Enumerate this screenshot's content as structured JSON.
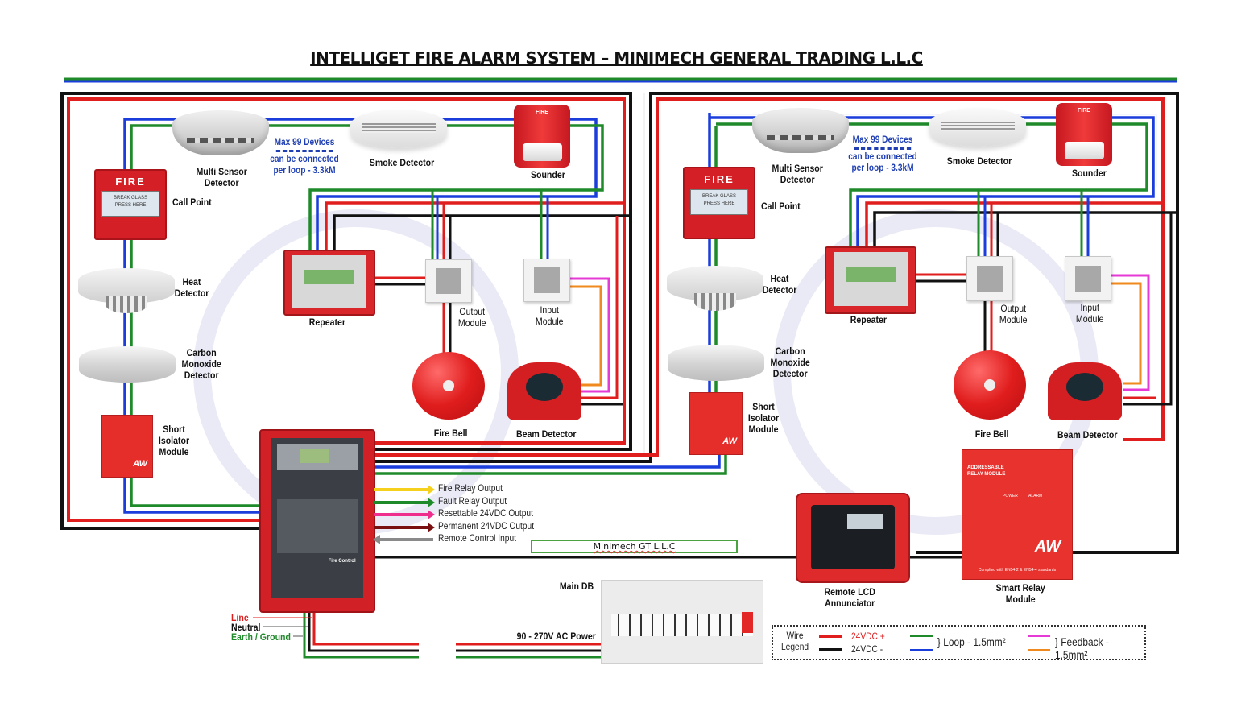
{
  "title": "INTELLIGET FIRE ALARM SYSTEM – MINIMECH GENERAL TRADING L.L.C",
  "colors": {
    "positive_24vdc": "#e01e1e",
    "negative_24vdc": "#111111",
    "loop_green": "#1f8a2a",
    "loop_blue": "#1a3ddb",
    "feedback_magenta": "#e63ad6",
    "feedback_orange": "#f08a1e",
    "device_red": "#d8262b",
    "note_blue": "#1f3fb3"
  },
  "left_loop": {
    "devices": {
      "multi_sensor": "Multi Sensor\nDetector",
      "smoke": "Smoke Detector",
      "sounder": "Sounder",
      "call_point": "Call Point",
      "heat": "Heat\nDetector",
      "co": "Carbon\nMonoxide\nDetector",
      "isolator": "Short\nIsolator\nModule",
      "repeater": "Repeater",
      "output_module": "Output\nModule",
      "input_module": "Input\nModule",
      "fire_bell": "Fire Bell",
      "beam": "Beam Detector"
    },
    "note": {
      "line1": "Max 99 Devices",
      "line2": "can be connected",
      "line3": "per loop - 3.3kM"
    }
  },
  "right_loop": {
    "devices": {
      "multi_sensor": "Multi Sensor\nDetector",
      "smoke": "Smoke Detector",
      "sounder": "Sounder",
      "call_point": "Call Point",
      "heat": "Heat\nDetector",
      "co": "Carbon\nMonoxide\nDetector",
      "isolator": "Short\nIsolator\nModule",
      "repeater": "Repeater",
      "output_module": "Output\nModule",
      "input_module": "Input\nModule",
      "fire_bell": "Fire Bell",
      "beam": "Beam Detector"
    },
    "note": {
      "line1": "Max 99 Devices",
      "line2": "can be connected",
      "line3": "per loop - 3.3kM"
    }
  },
  "device_text": {
    "fire": "FIRE",
    "break_glass": "BREAK GLASS",
    "press_here": "PRESS HERE",
    "sounder_fire": "FIRE",
    "relay_title": "ADDRESSABLE\nRELAY MODULE",
    "relay_power": "POWER",
    "relay_alarm": "ALARM",
    "relay_brand": "AW",
    "relay_compliance": "Complied with EN54-2 & EN54-4 standards",
    "panel_label": "Fire Control"
  },
  "panel_outputs": [
    {
      "label": "Fire Relay Output",
      "color": "#f5d11e",
      "direction": "out"
    },
    {
      "label": "Fault Relay Output",
      "color": "#1f8a2a",
      "direction": "out"
    },
    {
      "label": "Resettable 24VDC Output",
      "color": "#ee2d8c",
      "direction": "out"
    },
    {
      "label": "Permanent 24VDC Output",
      "color": "#7a1010",
      "direction": "out"
    },
    {
      "label": "Remote Control Input",
      "color": "#8a8a8a",
      "direction": "in"
    }
  ],
  "brand_box": "Minimech GT L.L.C",
  "power": {
    "line": "Line",
    "neutral": "Neutral",
    "earth": "Earth / Ground",
    "supply": "90 - 270V AC Power",
    "main_db": "Main DB"
  },
  "peripherals": {
    "lcd_annunciator": "Remote LCD\nAnnunciator",
    "smart_relay": "Smart Relay\nModule"
  },
  "wire_legend": {
    "title_line1": "Wire",
    "title_line2": "Legend",
    "pos": "24VDC +",
    "neg": "24VDC -",
    "loop": "} Loop - 1.5mm²",
    "feedback": "} Feedback - 1.5mm²"
  }
}
